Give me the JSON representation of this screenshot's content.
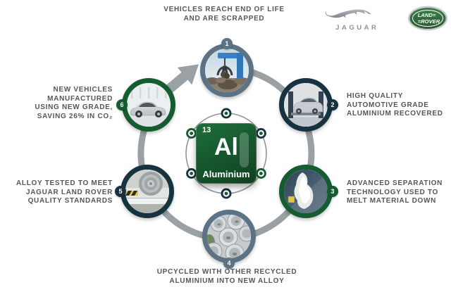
{
  "element": {
    "atomic_number": "13",
    "symbol": "Al",
    "name": "Aluminium"
  },
  "logos": {
    "jaguar": "JAGUAR",
    "land_rover_top": "LAND=",
    "land_rover_bottom": "=ROVER"
  },
  "steps": [
    {
      "number": "1",
      "ring": "#5b7384",
      "lines": [
        "VEHICLES REACH END OF LIFE",
        "AND ARE SCRAPPED"
      ],
      "photo": "scrap-metal-crane"
    },
    {
      "number": "2",
      "ring": "#16333f",
      "lines": [
        "HIGH QUALITY",
        "AUTOMOTIVE GRADE",
        "ALUMINIUM RECOVERED"
      ],
      "photo": "car-on-lift"
    },
    {
      "number": "3",
      "ring": "#155c31",
      "lines": [
        "ADVANCED SEPARATION",
        "TECHNOLOGY USED TO",
        "MELT MATERIAL DOWN"
      ],
      "photo": "molten-aluminium"
    },
    {
      "number": "4",
      "ring": "#5b7384",
      "lines": [
        "UPCYCLED WITH OTHER RECYCLED",
        "ALUMINIUM INTO NEW ALLOY"
      ],
      "photo": "crushed-cans"
    },
    {
      "number": "5",
      "ring": "#16333f",
      "lines": [
        "ALLOY TESTED TO MEET",
        "JAGUAR LAND ROVER",
        "QUALITY STANDARDS"
      ],
      "photo": "alloy-coil-testing"
    },
    {
      "number": "6",
      "ring": "#155c31",
      "lines": [
        "NEW VEHICLES",
        "MANUFACTURED",
        "USING NEW GRADE,",
        "SAVING 26% IN CO₂"
      ],
      "photo": "new-vehicle"
    }
  ],
  "colors": {
    "jlr_green": "#155c31",
    "navy": "#16333f",
    "slate": "#5b7384",
    "cycle_gray": "#9aa0a3",
    "text_gray": "#54565a",
    "element_green": "#175a2e",
    "land_rover_green": "#33663b"
  }
}
